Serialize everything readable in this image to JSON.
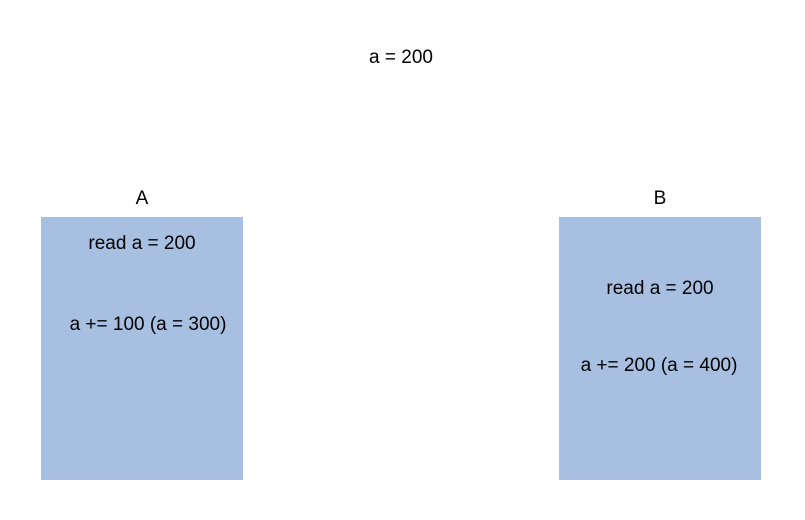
{
  "shared_variable": "a = 200",
  "process_a": {
    "label": "A",
    "step1": "read a = 200",
    "step2": "a += 100 (a = 300)"
  },
  "process_b": {
    "label": "B",
    "step1": "read a = 200",
    "step2": "a += 200 (a = 400)"
  },
  "colors": {
    "box_fill": "#a7bfe1",
    "background": "#ffffff",
    "text": "#000000"
  }
}
